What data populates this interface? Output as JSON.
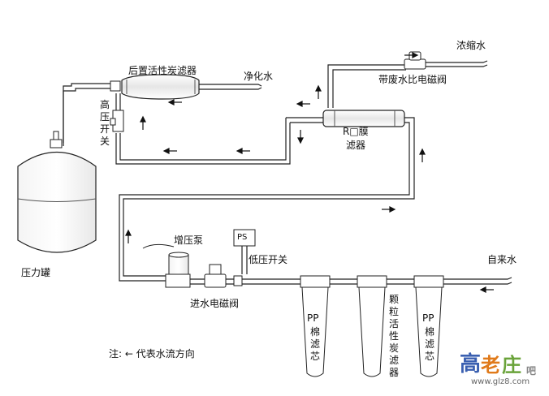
{
  "labels": {
    "post_carbon": "后置活性炭滤器",
    "purified_water": "净化水",
    "concentrate": "浓缩水",
    "waste_valve": "带废水比电磁阀",
    "high_pressure_switch": "高压开关",
    "ro_membrane": "R□膜",
    "filter": "滤器",
    "pressure_tank": "压力罐",
    "booster_pump": "增压泵",
    "ps": "PS",
    "low_pressure_switch": "低压开关",
    "inlet_valve": "进水电磁阀",
    "tap_water": "自来水",
    "pp1": "PP",
    "pp1_sub": "棉滤芯",
    "gac": "颗粒活性炭滤器",
    "pp2": "PP",
    "pp2_sub": "棉滤芯",
    "note": "注:  ←  代表水流方向"
  },
  "watermark": {
    "chars": [
      "高",
      "老",
      "庄"
    ],
    "suffix": "吧",
    "site": "www.glz8.com",
    "colors": [
      "#3a5fb0",
      "#e07a1a",
      "#6aa33a"
    ]
  }
}
